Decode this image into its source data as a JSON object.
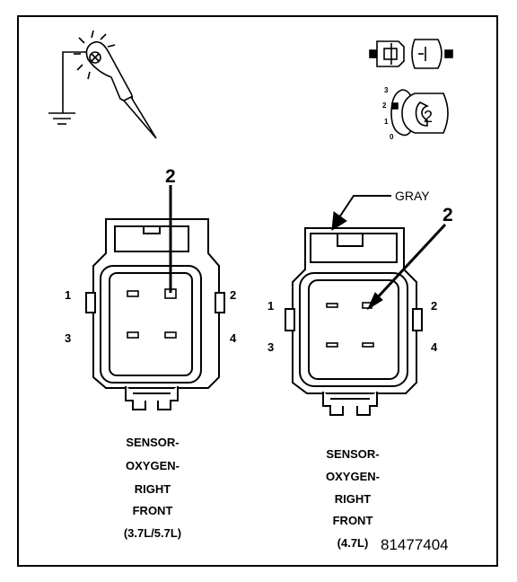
{
  "callouts": {
    "left_pin": "2",
    "right_pin": "2",
    "gray": "GRAY",
    "icon_position": "2"
  },
  "icon_scale": [
    "3",
    "2",
    "1",
    "0"
  ],
  "left_connector": {
    "pins": [
      "1",
      "2",
      "3",
      "4"
    ],
    "caption": [
      "SENSOR-",
      "OXYGEN-",
      "RIGHT",
      "FRONT",
      "(3.7L/5.7L)"
    ]
  },
  "right_connector": {
    "pins": [
      "1",
      "2",
      "3",
      "4"
    ],
    "caption": [
      "SENSOR-",
      "OXYGEN-",
      "RIGHT",
      "FRONT",
      "(4.7L)"
    ]
  },
  "figure_number": "81477404"
}
